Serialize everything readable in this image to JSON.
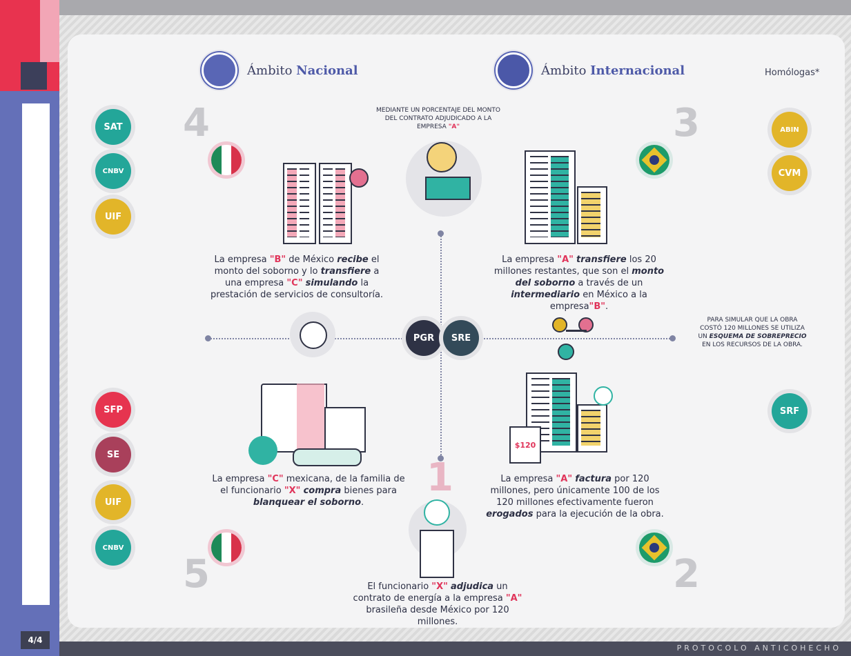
{
  "sidebar": {
    "page_badge": "4/4"
  },
  "footer": {
    "text": "PROTOCOLO ANTICOHECHO"
  },
  "headers": {
    "nacional_prefix": "Ámbito ",
    "nacional_bold": "Nacional",
    "internacional_prefix": "Ámbito ",
    "internacional_bold": "Internacional",
    "homologas": "Homólogas*"
  },
  "badges": {
    "left_top": [
      "SAT",
      "CNBV",
      "UIF"
    ],
    "left_bottom": [
      "SFP",
      "SE",
      "UIF",
      "CNBV"
    ],
    "right_top": [
      "ABIN",
      "CVM"
    ],
    "right_bottom": [
      "SRF"
    ],
    "center": [
      "PGR",
      "SRE"
    ]
  },
  "steps": {
    "1": "1",
    "2": "2",
    "3": "3",
    "4": "4",
    "5": "5"
  },
  "notes": {
    "top": {
      "line1": "Mediante un porcentaje del monto",
      "line2": "del contrato adjudicado a la",
      "line3_a": "empresa ",
      "line3_q": "\"A\""
    },
    "right": {
      "line1": "Para simular que la obra",
      "line2": "costó 120 millones se utiliza",
      "line3_a": "un ",
      "line3_b": "esquema de sobreprecio",
      "line4": "en los recursos de la obra."
    }
  },
  "captions": {
    "step4": {
      "a": "La empresa ",
      "q1": "\"B\"",
      "b": " de México ",
      "em1": "recibe",
      "c": " el monto del soborno y lo ",
      "em2": "transfiere",
      "d": " a una empresa ",
      "q2": "\"C\"",
      "e": " ",
      "em3": "simulando",
      "f": " la prestación de servicios de consultoría."
    },
    "step3": {
      "a": "La empresa ",
      "q1": "\"A\"",
      "b": " ",
      "em1": "transfiere",
      "c": " los 20 millones restantes, que son el ",
      "em2": "monto del soborno",
      "d": " a través de un ",
      "em3": "intermediario",
      "e": " en México a la empresa",
      "q2": "\"B\"",
      "f": "."
    },
    "step5": {
      "a": "La empresa ",
      "q1": "\"C\"",
      "b": " mexicana, de la familia de el funcionario ",
      "q2": "\"X\"",
      "c": " ",
      "em1": "compra",
      "d": " bienes para ",
      "em2": "blanquear el soborno",
      "e": "."
    },
    "step2": {
      "a": "La empresa ",
      "q1": "\"A\"",
      "b": " ",
      "em1": "factura",
      "c": " por 120 millones, pero únicamente 100 de los 120 millones efectivamente fueron ",
      "em2": "erogados",
      "d": " para la ejecución de la obra."
    },
    "step1": {
      "a": "El funcionario ",
      "q1": "\"X\"",
      "b": " ",
      "em1": "adjudica",
      "c": " un contrato de energía a la empresa ",
      "q2": "\"A\"",
      "d": " brasileña desde México por 120 millones."
    }
  },
  "invoice_amount": "$120",
  "colors": {
    "accent_red": "#e0345a",
    "teal": "#23a699",
    "blue": "#5966b5",
    "yellow": "#e2b529"
  }
}
